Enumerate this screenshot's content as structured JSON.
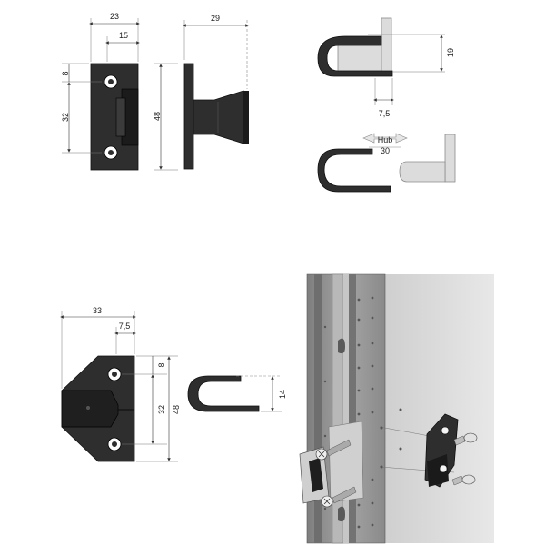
{
  "dimensions": {
    "top_width": "23",
    "top_inner": "15",
    "top_depth": "29",
    "hole_offset": "8",
    "hole_pitch": "32",
    "height": "48",
    "hook_height": "19",
    "hook_gap": "7,5",
    "travel_label": "Hub",
    "travel_value": "30",
    "bottom_width": "33",
    "bottom_offset": "7,5",
    "bottom_hole_offset": "8",
    "bottom_hole_pitch": "32",
    "bottom_height": "48",
    "small_hook_height": "14"
  },
  "colors": {
    "part": "#2e2e2e",
    "ghost_part": "#dcdcdc",
    "cabinet_panel": "#8f8f8f",
    "panel_face": "#d6d6d6"
  }
}
